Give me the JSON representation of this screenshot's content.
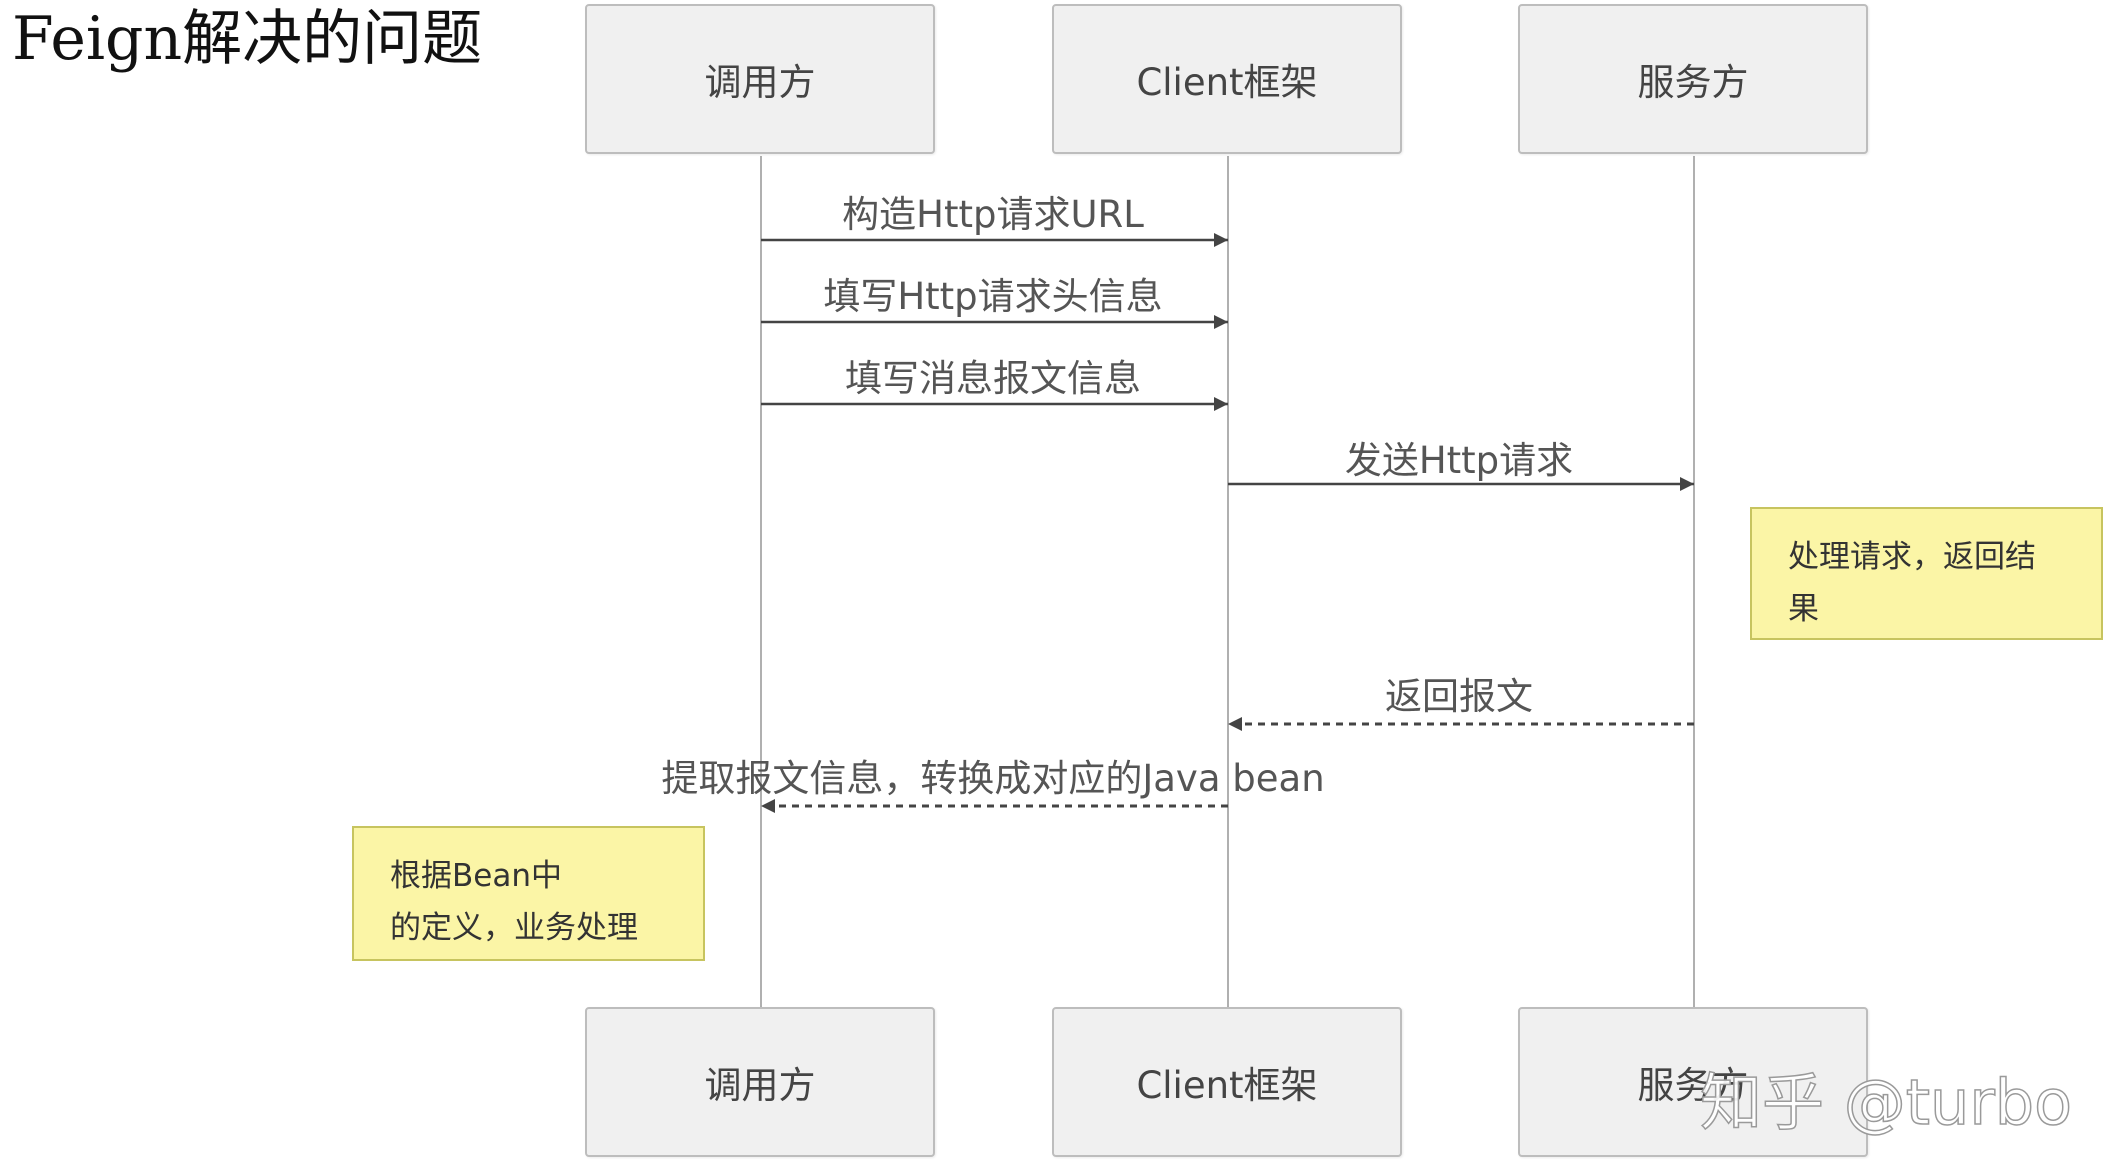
{
  "title": "Feign解决的问题",
  "participants": [
    "调用方",
    "Client框架",
    "服务方"
  ],
  "messages": [
    {
      "label": "构造Http请求URL",
      "from": 0,
      "to": 1,
      "style": "solid"
    },
    {
      "label": "填写Http请求头信息",
      "from": 0,
      "to": 1,
      "style": "solid"
    },
    {
      "label": "填写消息报文信息",
      "from": 0,
      "to": 1,
      "style": "solid"
    },
    {
      "label": "发送Http请求",
      "from": 1,
      "to": 2,
      "style": "solid"
    },
    {
      "label": "返回报文",
      "from": 2,
      "to": 1,
      "style": "dashed"
    },
    {
      "label": "提取报文信息，转换成对应的Java bean",
      "from": 1,
      "to": 0,
      "style": "dashed"
    }
  ],
  "notes": [
    {
      "lines": [
        "处理请求，返回结",
        "果"
      ],
      "participant": 2
    },
    {
      "lines": [
        "根据Bean中",
        "的定义，业务处理"
      ],
      "participant": 0
    }
  ],
  "colors": {
    "actor_fill": "#f0f0f0",
    "actor_border": "#bdbdbd",
    "lifeline": "#b0b0b0",
    "arrow": "#444444",
    "note_fill": "#fbf5a6",
    "note_border": "#c7c45f"
  },
  "watermark": "知乎 @turbo"
}
